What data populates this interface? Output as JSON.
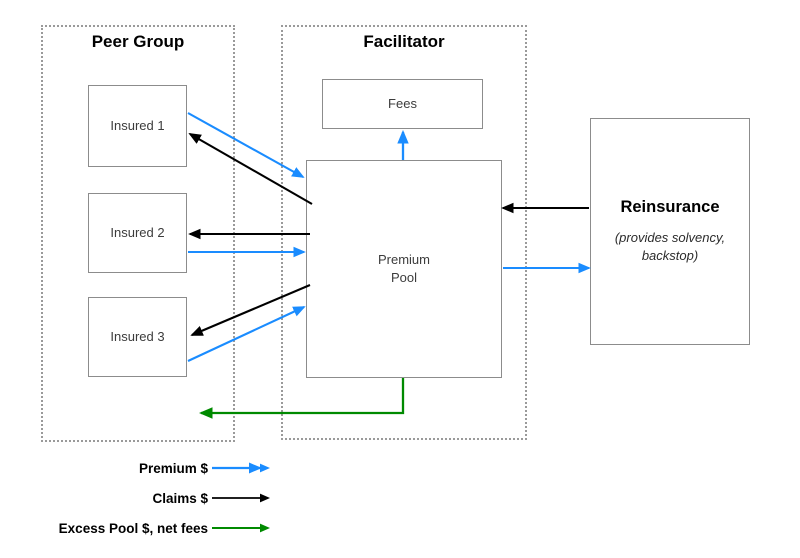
{
  "diagram": {
    "title_internal": "Peer-to-peer insurance flow diagram",
    "groups": [
      {
        "id": "peer-group",
        "label": "Peer Group"
      },
      {
        "id": "facilitator",
        "label": "Facilitator"
      }
    ],
    "nodes": [
      {
        "id": "insured-1",
        "label": "Insured 1"
      },
      {
        "id": "insured-2",
        "label": "Insured 2"
      },
      {
        "id": "insured-3",
        "label": "Insured 3"
      },
      {
        "id": "fees",
        "label": "Fees"
      },
      {
        "id": "premium-pool",
        "label": "Premium\nPool"
      },
      {
        "id": "reinsurance",
        "label": "Reinsurance",
        "sub": "(provides solvency,\nbackstop)"
      }
    ],
    "legend": {
      "items": [
        {
          "id": "premium",
          "label": "Premium $",
          "color": "#1a8cff"
        },
        {
          "id": "claims",
          "label": "Claims $",
          "color": "#000000"
        },
        {
          "id": "excess",
          "label": "Excess Pool $, net fees",
          "color": "#008a00"
        }
      ]
    },
    "colors": {
      "premium_flow": "#1a8cff",
      "claims_flow": "#000000",
      "excess_flow": "#008a00",
      "box_border": "#8c8c8c",
      "group_border": "#9a9a9a",
      "background": "#ffffff",
      "node_text": "#3c3c3c"
    },
    "flows": [
      {
        "id": "insured1-premium-to-pool",
        "type": "premium",
        "from": "insured-1",
        "to": "premium-pool"
      },
      {
        "id": "pool-claims-to-insured1",
        "type": "claims",
        "from": "premium-pool",
        "to": "insured-1"
      },
      {
        "id": "insured2-premium-to-pool",
        "type": "premium",
        "from": "insured-2",
        "to": "premium-pool"
      },
      {
        "id": "pool-claims-to-insured2",
        "type": "claims",
        "from": "premium-pool",
        "to": "insured-2"
      },
      {
        "id": "insured3-premium-to-pool",
        "type": "premium",
        "from": "insured-3",
        "to": "premium-pool"
      },
      {
        "id": "pool-claims-to-insured3",
        "type": "claims",
        "from": "premium-pool",
        "to": "insured-3"
      },
      {
        "id": "pool-premium-to-fees",
        "type": "premium",
        "from": "premium-pool",
        "to": "fees"
      },
      {
        "id": "pool-premium-to-reinsurance",
        "type": "premium",
        "from": "premium-pool",
        "to": "reinsurance"
      },
      {
        "id": "reinsurance-claims-to-pool",
        "type": "claims",
        "from": "reinsurance",
        "to": "premium-pool"
      },
      {
        "id": "pool-excess-to-peer-group",
        "type": "excess",
        "from": "premium-pool",
        "to": "peer-group"
      }
    ]
  }
}
